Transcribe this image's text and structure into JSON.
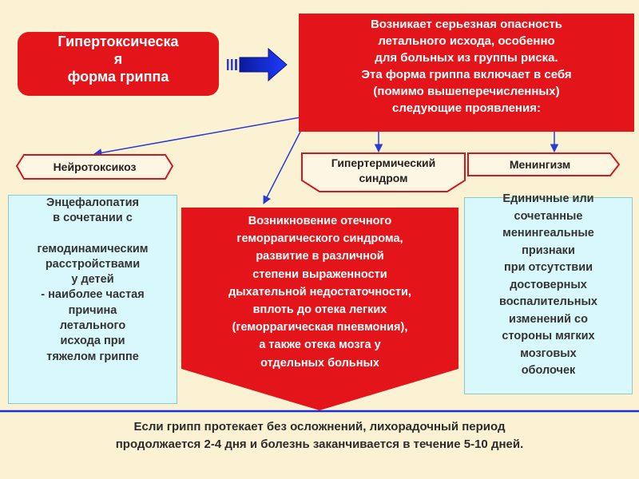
{
  "title": [
    "Гипертоксическа",
    "я",
    "форма гриппа"
  ],
  "info": [
    "Возникает серьезная опасность",
    "летального исхода, особенно",
    "для больных из группы риска.",
    "Эта форма гриппа включает в себя",
    "(помимо вышеперечисленных)",
    "следующие проявления:"
  ],
  "neuro": {
    "label": "Нейротоксикоз",
    "lines": [
      "Энцефалопатия",
      "в сочетании с",
      "",
      "гемодинамическим",
      "расстройствами",
      "у детей",
      "- наиболее частая",
      "причина",
      "летального",
      "исхода при",
      "тяжелом гриппе"
    ]
  },
  "hyper": {
    "label": [
      "Гипертермический",
      "синдром"
    ],
    "lines": [
      "Возникновение отечного",
      "геморрагического синдрома,",
      "развитие в различной",
      "степени выраженности",
      "дыхательной недостаточности,",
      "вплоть до отека легких",
      "(геморрагическая пневмония),",
      "а также отека мозга у",
      "отдельных больных"
    ]
  },
  "mening": {
    "label": "Менингизм",
    "lines": [
      "Единичные или",
      "сочетанные",
      "менингеальные",
      "признаки",
      "при отсутствии",
      "достоверных",
      "воспалительных",
      "изменений со",
      "стороны мягких",
      "мозговых",
      "оболочек"
    ]
  },
  "bottom": [
    "Если грипп протекает без осложнений, лихорадочный период",
    "продолжается 2-4 дня и болезнь заканчивается в течение 5-10 дней."
  ],
  "colors": {
    "red": "#e3151a",
    "blue": "#1d2fd8",
    "cyan": "#d9f8fb",
    "background": "#fbf1d3"
  }
}
